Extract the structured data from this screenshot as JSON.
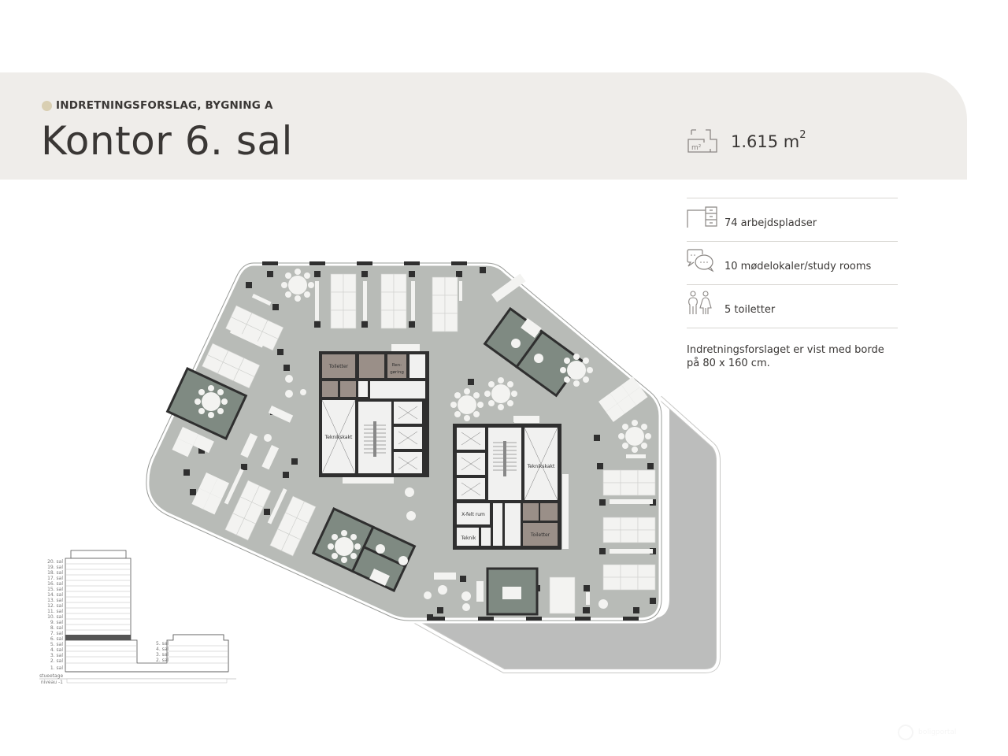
{
  "header": {
    "kicker": "INDRETNINGSFORSLAG, BYGNING A",
    "title": "Kontor 6. sal",
    "area_icon": "floor-area-m2-icon",
    "area_icon_label": "m²",
    "area_value": "1.615 m",
    "area_unit_sup": "2"
  },
  "stats": [
    {
      "icon": "desk-icon",
      "label": "74 arbejdspladser"
    },
    {
      "icon": "chat-bubbles-icon",
      "label": "10 mødelokaler/study rooms"
    },
    {
      "icon": "people-toilet-icon",
      "label": "5 toiletter"
    }
  ],
  "note": "Indretningsforslaget er vist med borde på 80 x 160 cm.",
  "floorplan": {
    "rooms": {
      "toiletter_a": "Toiletter",
      "rengoering": "Ren-",
      "rengoering2": "gøring",
      "teknikskakt_a": "Teknikskakt",
      "teknikskakt_b": "Teknikskakt",
      "xfelt": "X-felt rum",
      "teknik": "Teknik",
      "toiletter_b": "Toiletter"
    }
  },
  "section": {
    "levels_left": [
      "20. sal",
      "19. sal",
      "18. sal",
      "17. sal",
      "16. sal",
      "15. sal",
      "14. sal",
      "13. sal",
      "12. sal",
      "11. sal",
      "10. sal",
      "9. sal",
      "8. sal",
      "7. sal",
      "6. sal",
      "5. sal",
      "4. sal",
      "3. sal",
      "2. sal",
      "1. sal",
      "stueetage",
      "niveau -1"
    ],
    "levels_right": [
      "5. sal",
      "4. sal",
      "3. sal",
      "2. sal"
    ],
    "highlight": "6. sal"
  },
  "colors": {
    "header_bg": "#efedea",
    "kicker_dot": "#d9cfb2",
    "text": "#3a3735",
    "floor": "#b8bbb7",
    "meeting_room": "#7f8a82",
    "toilet": "#9a8f88",
    "wall": "#2f2f2f",
    "furniture": "#f3f3f1",
    "terrace": "#bcbdbc"
  },
  "watermark": "boligportal"
}
